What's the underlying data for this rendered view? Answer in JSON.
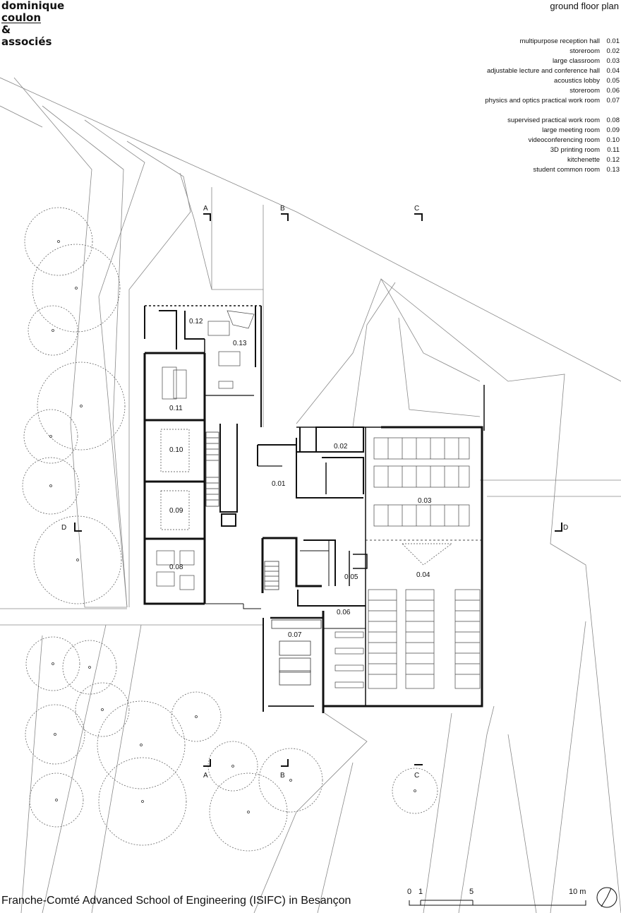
{
  "logo": {
    "line1": "dominique",
    "line2": "coulon",
    "line3": "&",
    "line4": "associés"
  },
  "plan_title": "ground floor plan",
  "legend": [
    {
      "label": "multipurpose reception hall",
      "num": "0.01"
    },
    {
      "label": "storeroom",
      "num": "0.02"
    },
    {
      "label": "large classroom",
      "num": "0.03"
    },
    {
      "label": "adjustable lecture and conference hall",
      "num": "0.04"
    },
    {
      "label": "acoustics lobby",
      "num": "0.05"
    },
    {
      "label": "storeroom",
      "num": "0.06"
    },
    {
      "label": "physics and optics practical work room",
      "num": "0.07"
    },
    {
      "label": "supervised practical work room",
      "num": "0.08"
    },
    {
      "label": "large meeting room",
      "num": "0.09"
    },
    {
      "label": "videoconferencing room",
      "num": "0.10"
    },
    {
      "label": "3D printing room",
      "num": "0.11"
    },
    {
      "label": "kitchenette",
      "num": "0.12"
    },
    {
      "label": "student common room",
      "num": "0.13"
    }
  ],
  "rooms": {
    "r001": "0.01",
    "r002": "0.02",
    "r003": "0.03",
    "r004": "0.04",
    "r005": "0.05",
    "r006": "0.06",
    "r007": "0.07",
    "r008": "0.08",
    "r009": "0.09",
    "r010": "0.10",
    "r011": "0.11",
    "r012": "0.12",
    "r013": "0.13"
  },
  "sections": {
    "a": "A",
    "b": "B",
    "c": "C",
    "d": "D"
  },
  "scale": {
    "t0": "0",
    "t1": "1",
    "t5": "5",
    "t10": "10 m"
  },
  "footer": "Franche-Comté Advanced School of Engineering (ISIFC) in Besançon"
}
